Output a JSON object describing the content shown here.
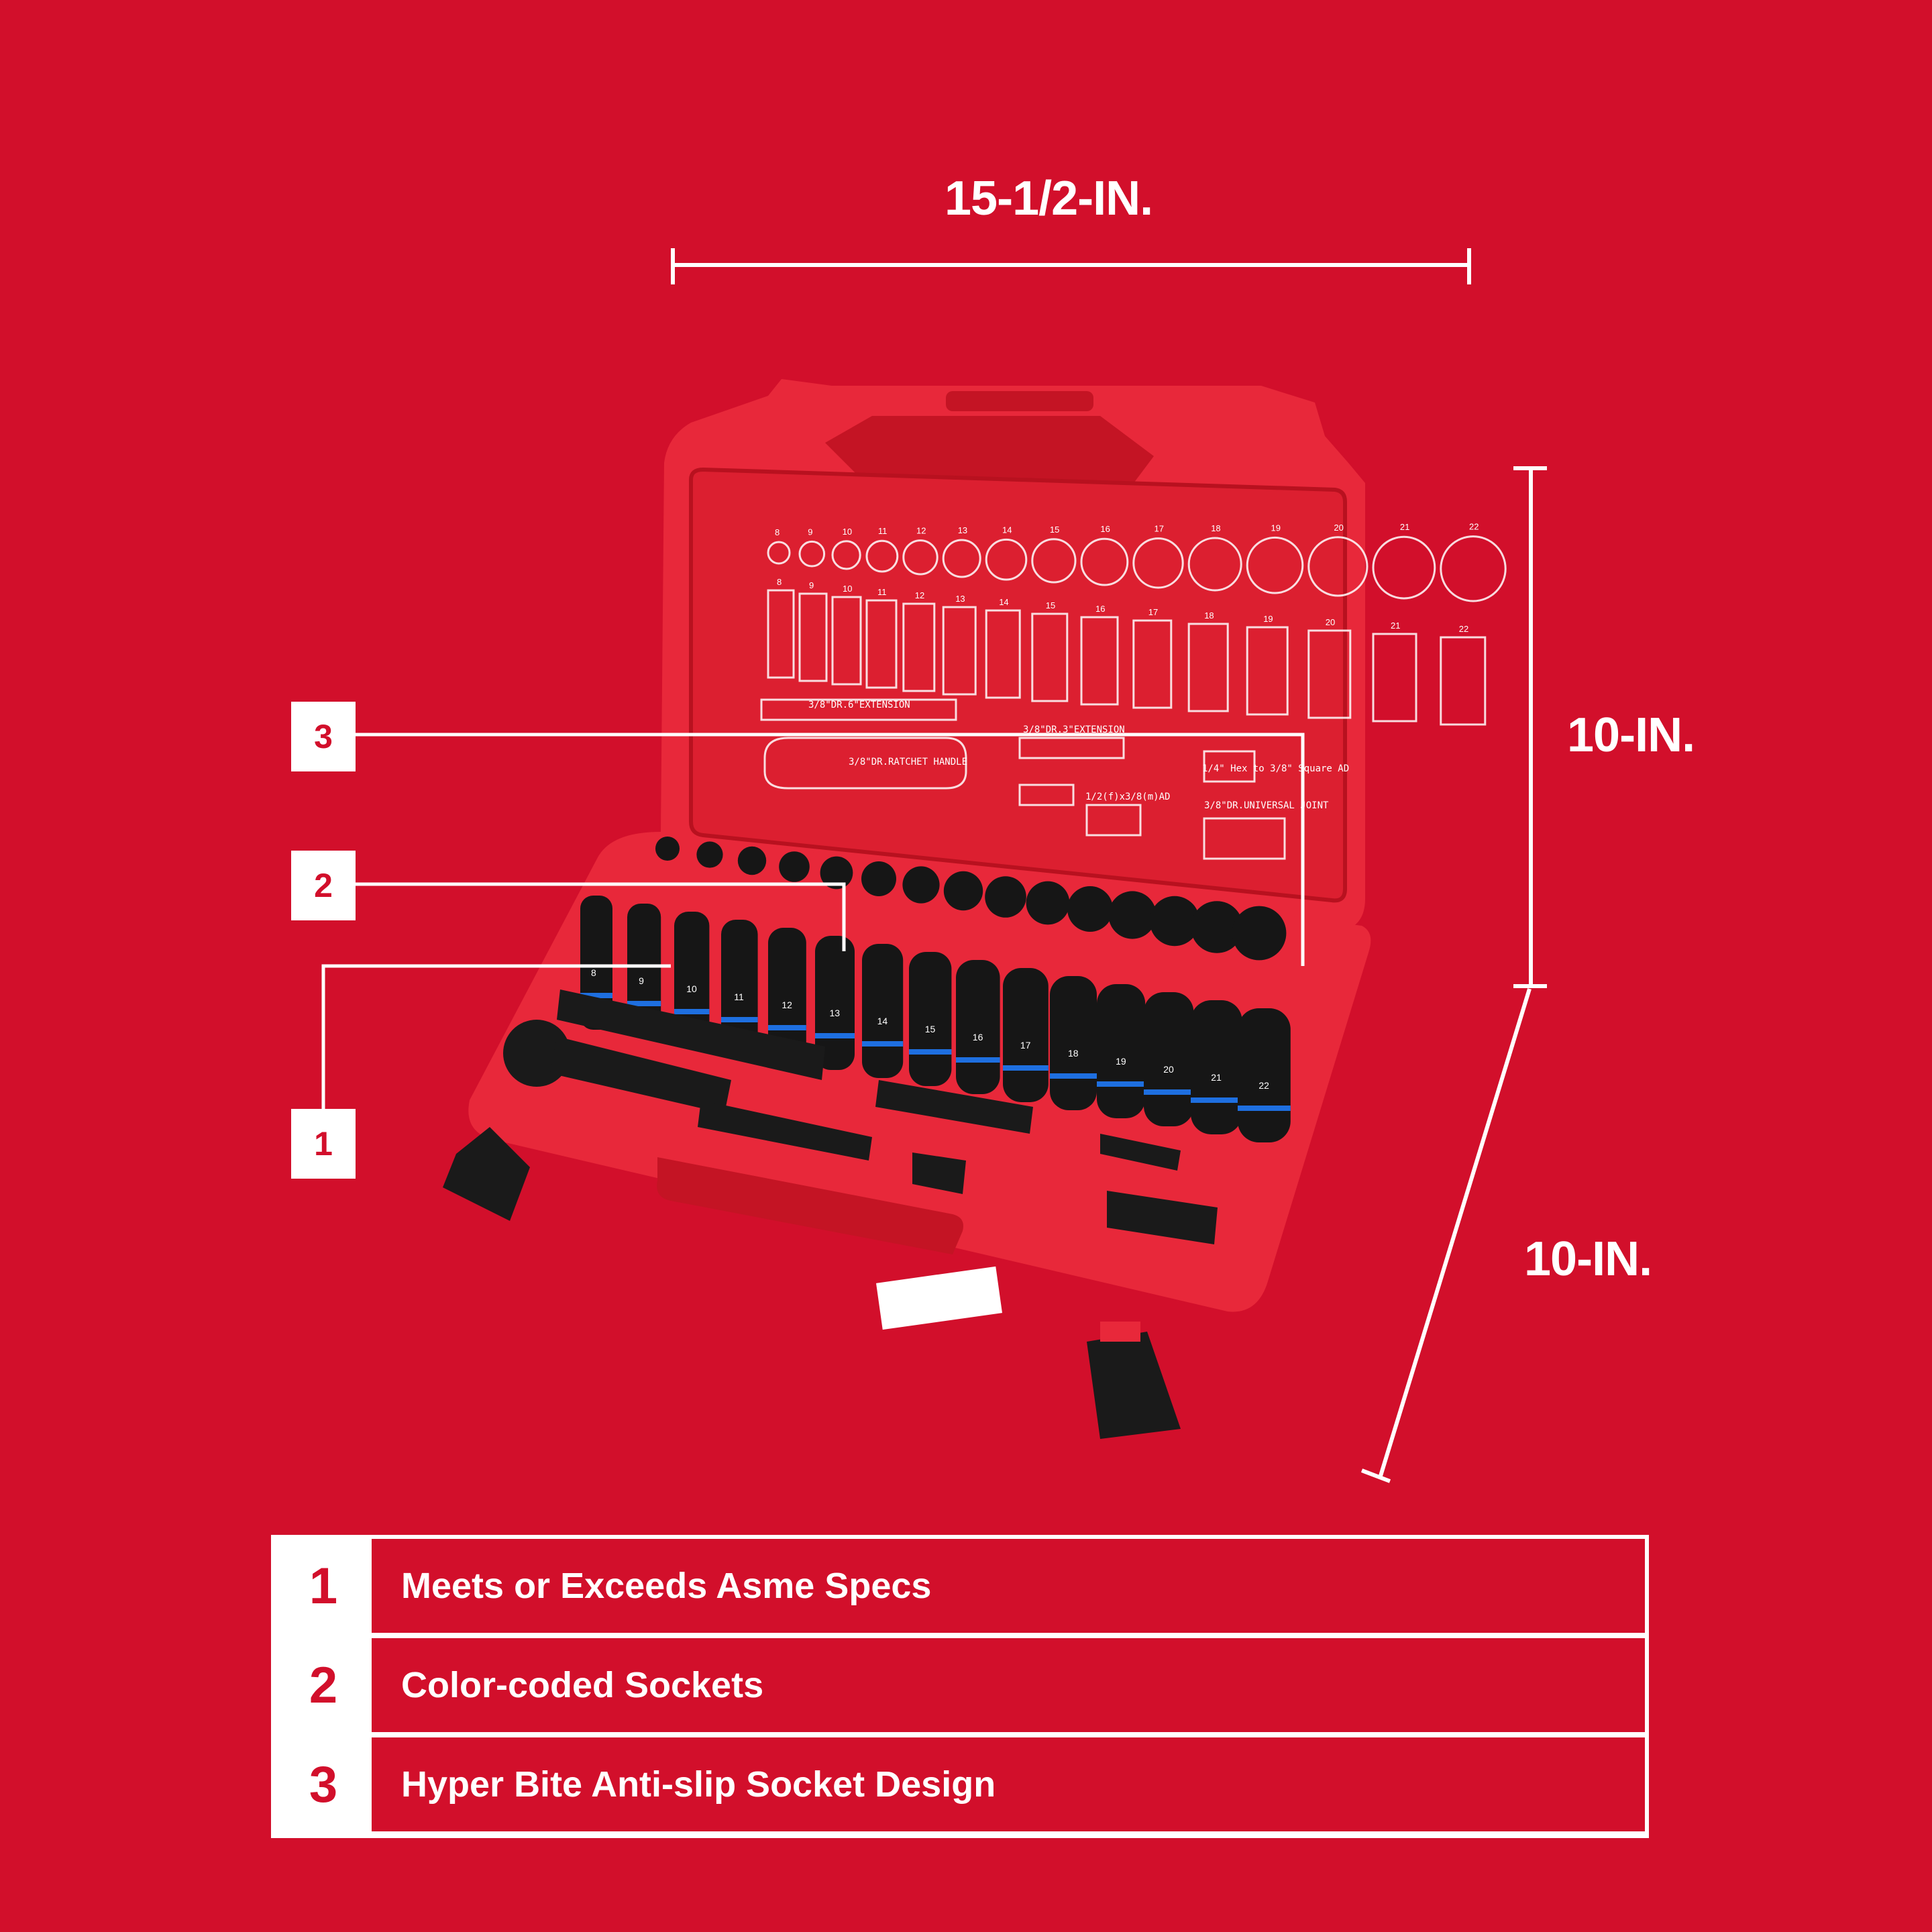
{
  "dimensions": {
    "width_label": "15-1/2-IN.",
    "height_label": "10-IN.",
    "depth_label": "10-IN."
  },
  "callouts": [
    "1",
    "2",
    "3"
  ],
  "case": {
    "lid_sizes": [
      "8",
      "9",
      "10",
      "11",
      "12",
      "13",
      "14",
      "15",
      "16",
      "17",
      "18",
      "19",
      "20",
      "21",
      "22"
    ],
    "lid_labels": {
      "extension_6": "3/8\"DR.6\"EXTENSION",
      "extension_3": "3/8\"DR.3\"EXTENSION",
      "ratchet": "3/8\"DR.RATCHET HANDLE",
      "adapter": "1/2(f)x3/8(m)AD",
      "hex_adapter": "1/4\" Hex to 3/8\" Square AD",
      "universal": "3/8\"DR.UNIVERSAL JOINT"
    },
    "deep_socket_sizes": [
      "8",
      "9",
      "10",
      "11",
      "12",
      "13",
      "14",
      "15",
      "16",
      "17",
      "18",
      "19",
      "20",
      "21",
      "22"
    ]
  },
  "features": [
    {
      "num": "1",
      "text": "Meets or Exceeds Asme Specs"
    },
    {
      "num": "2",
      "text": "Color-coded Sockets"
    },
    {
      "num": "3",
      "text": "Hyper Bite Anti-slip Socket Design"
    }
  ],
  "colors": {
    "background": "#D20F2B",
    "case": "#E8283A",
    "case_dark": "#C41424",
    "socket": "#161616",
    "accent": "#1E6FE0",
    "white": "#FFFFFF"
  }
}
